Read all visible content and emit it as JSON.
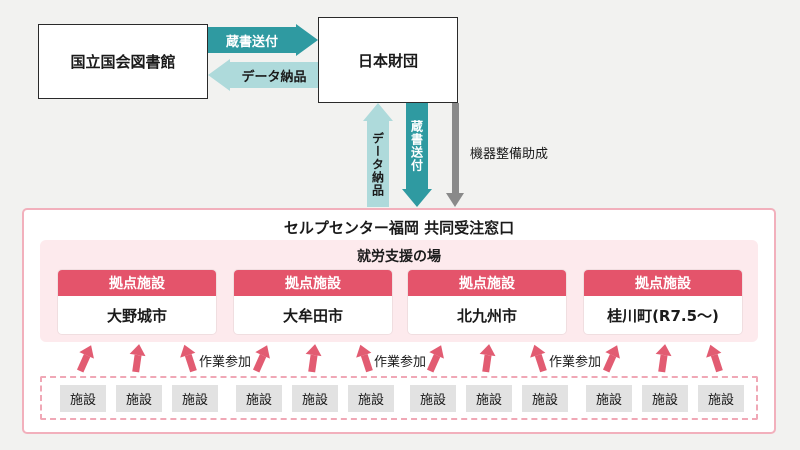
{
  "top": {
    "library": "国立国会図書館",
    "foundation": "日本財団",
    "arrow_books_to_foundation": "蔵書送付",
    "arrow_data_to_library": "データ納品",
    "arrow_data_up": "データ納品",
    "arrow_books_down": "蔵書送付",
    "equipment_subsidy": "機器整備助成"
  },
  "selp_center": {
    "title": "セルプセンター福岡 共同受注窓口",
    "work_support_title": "就労支援の場",
    "bases": [
      {
        "header": "拠点施設",
        "name": "大野城市"
      },
      {
        "header": "拠点施設",
        "name": "大牟田市"
      },
      {
        "header": "拠点施設",
        "name": "北九州市"
      },
      {
        "header": "拠点施設",
        "name": "桂川町(R7.5～)"
      }
    ],
    "participation_labels": [
      "作業参加",
      "作業参加",
      "作業参加"
    ]
  },
  "facilities": [
    "施設",
    "施設",
    "施設",
    "施設",
    "施設",
    "施設",
    "施設",
    "施設",
    "施設",
    "施設",
    "施設",
    "施設"
  ],
  "colors": {
    "teal_dark": "#2f9aa1",
    "teal_light": "#aedadb",
    "gray_arrow": "#8a8a8a",
    "red_header": "#e4546b",
    "pink_arrow": "#e25c72",
    "pink_bg": "#fdeaed",
    "pink_border": "#f2b0bc",
    "facility_bg": "#e2e2e2",
    "canvas_bg": "#f2f2f0"
  }
}
